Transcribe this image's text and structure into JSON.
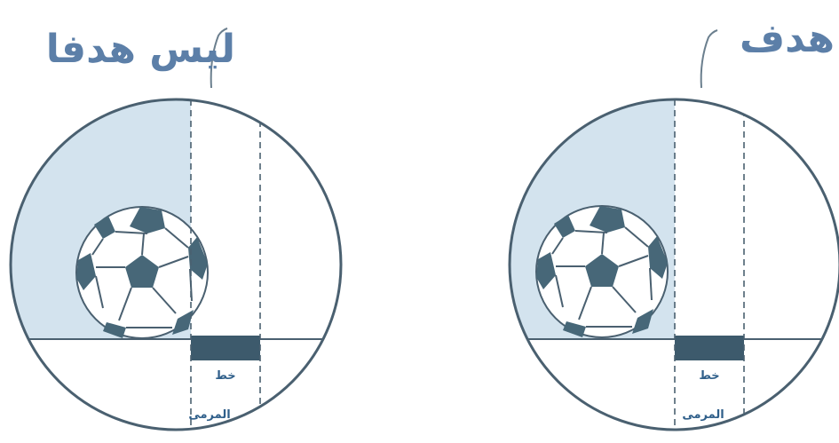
{
  "panels": [
    {
      "title": "ليس هدفا",
      "goal_line_label_1": "خط",
      "goal_line_label_2": "المرمى"
    },
    {
      "title": "هدف",
      "goal_line_label_1": "خط",
      "goal_line_label_2": "المرمى"
    }
  ],
  "colors": {
    "title": "#5c7fa8",
    "outline": "#4a6070",
    "shade": "#d3e3ee",
    "goal_line": "#3d5a6c",
    "ball_patch": "#476778",
    "label": "#2f5f8a"
  }
}
